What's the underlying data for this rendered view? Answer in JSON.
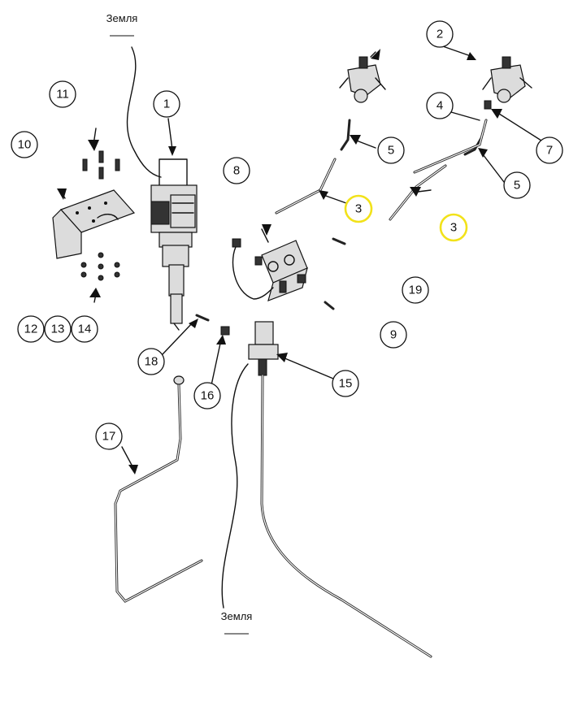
{
  "ground_label_top": "Земля",
  "ground_label_bottom": "Земля",
  "callouts": [
    {
      "id": "c1",
      "text": "1"
    },
    {
      "id": "c2",
      "text": "2"
    },
    {
      "id": "c3a",
      "text": "3",
      "highlight": true
    },
    {
      "id": "c3b",
      "text": "3",
      "highlight": true
    },
    {
      "id": "c4",
      "text": "4"
    },
    {
      "id": "c5a",
      "text": "5"
    },
    {
      "id": "c5b",
      "text": "5"
    },
    {
      "id": "c7",
      "text": "7"
    },
    {
      "id": "c8",
      "text": "8"
    },
    {
      "id": "c9",
      "text": "9"
    },
    {
      "id": "c10",
      "text": "10"
    },
    {
      "id": "c11",
      "text": "11"
    },
    {
      "id": "c12",
      "text": "12"
    },
    {
      "id": "c13",
      "text": "13"
    },
    {
      "id": "c14",
      "text": "14"
    },
    {
      "id": "c15",
      "text": "15"
    },
    {
      "id": "c16",
      "text": "16"
    },
    {
      "id": "c17",
      "text": "17"
    },
    {
      "id": "c18",
      "text": "18"
    },
    {
      "id": "c19",
      "text": "19"
    }
  ],
  "highlight_color": "#f2e21a"
}
